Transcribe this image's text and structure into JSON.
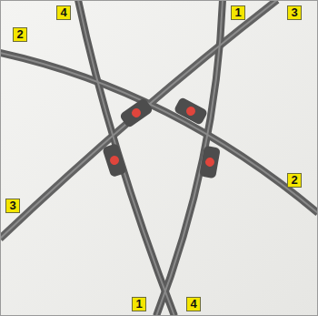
{
  "diagram": {
    "labels": [
      "4",
      "1",
      "3",
      "2",
      "2",
      "3",
      "1",
      "4"
    ]
  }
}
